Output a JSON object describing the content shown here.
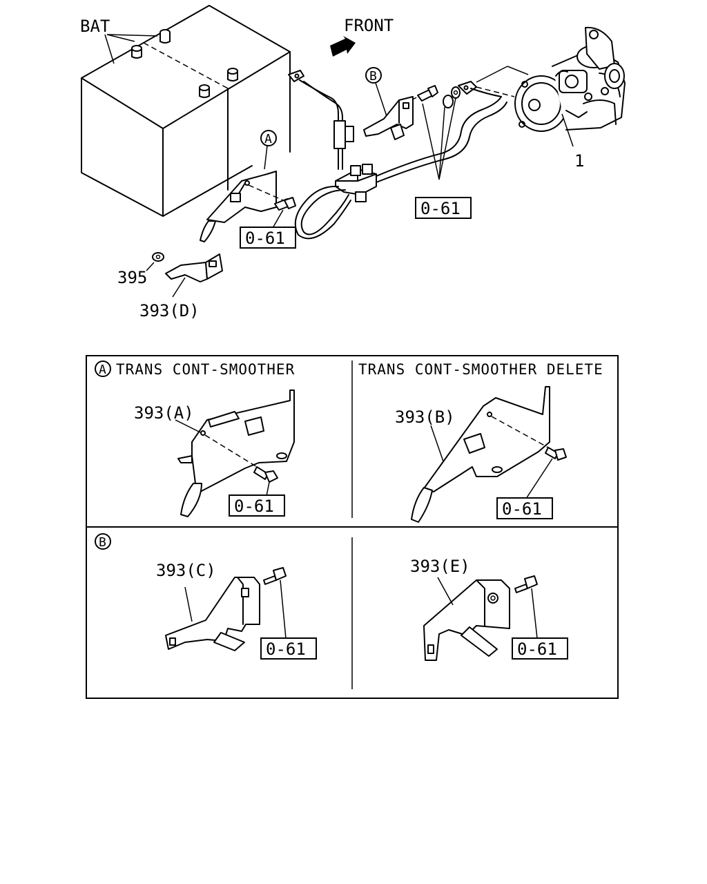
{
  "main_view": {
    "battery_label": "BAT",
    "front_label": "FRONT",
    "starter_number": "1",
    "ref_code_a": "0-61",
    "ref_code_b": "0-61",
    "nut_number": "395",
    "bracket_d_label": "393(D)",
    "callout_a": "A",
    "callout_b": "B"
  },
  "panel_a": {
    "marker": "A",
    "left_header": "TRANS CONT-SMOOTHER",
    "right_header": "TRANS CONT-SMOOTHER DELETE",
    "left_part": "393(A)",
    "right_part": "393(B)",
    "left_ref": "0-61",
    "right_ref": "0-61"
  },
  "panel_b": {
    "marker": "B",
    "left_part": "393(C)",
    "right_part": "393(E)",
    "left_ref": "0-61",
    "right_ref": "0-61"
  }
}
